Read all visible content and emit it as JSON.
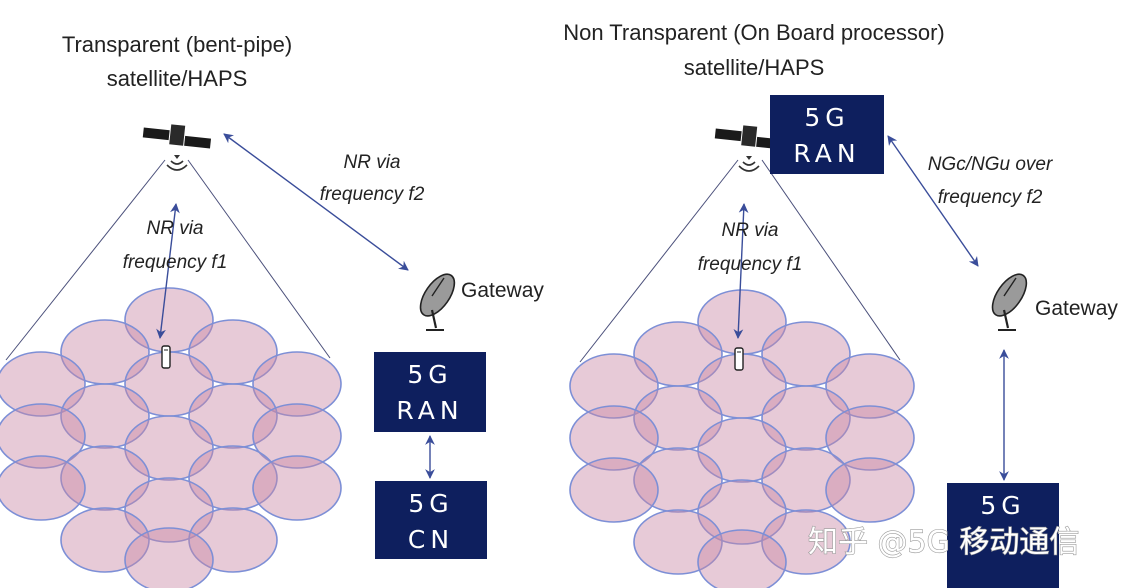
{
  "colors": {
    "box_fill": "#0e1f5e",
    "cell_fill": "#c98aa6",
    "cell_stroke": "#7d8fd6",
    "arrow": "#3a4d9a"
  },
  "left": {
    "title_line1": "Transparent (bent-pipe)",
    "title_line2": "satellite/HAPS",
    "link_user_line1": "NR via",
    "link_user_line2": "frequency f1",
    "link_feeder_line1": "NR via",
    "link_feeder_line2": "frequency f2",
    "gateway_label": "Gateway",
    "ran_line1": "5G",
    "ran_line2": "RAN",
    "cn_line1": "5G",
    "cn_line2": "CN",
    "icons": [
      "satellite-icon",
      "satellite-dish-icon",
      "mobile-phone-icon"
    ]
  },
  "right": {
    "title_line1": "Non Transparent (On Board processor)",
    "title_line2": "satellite/HAPS",
    "link_user_line1": "NR via",
    "link_user_line2": "frequency f1",
    "link_feeder_line1": "NGc/NGu over",
    "link_feeder_line2": "frequency f2",
    "gateway_label": "Gateway",
    "ran_line1": "5G",
    "ran_line2": "RAN",
    "cn_line1": "5G",
    "icons": [
      "satellite-icon",
      "satellite-dish-icon",
      "mobile-phone-icon"
    ]
  },
  "watermark": "知乎 @5G 移动通信"
}
